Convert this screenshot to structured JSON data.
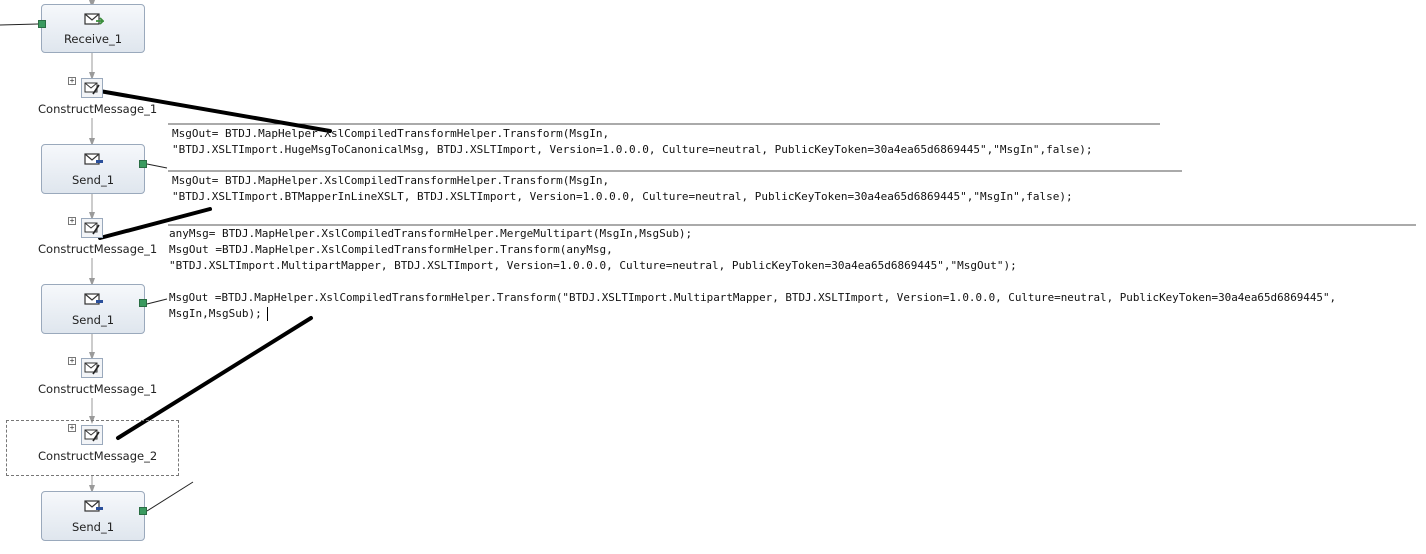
{
  "shapes": {
    "receive": "Receive_1",
    "send_a": "Send_1",
    "send_b": "Send_1",
    "send_c": "Send_1",
    "construct_a": "ConstructMessage_1",
    "construct_b": "ConstructMessage_1",
    "construct_c": "ConstructMessage_1",
    "construct_d": "ConstructMessage_2"
  },
  "expand_glyph": "+",
  "icons": {
    "receive": "envelope-receive-icon",
    "send": "envelope-send-icon",
    "construct": "construct-message-icon"
  },
  "code": {
    "block1_line1": "MsgOut= BTDJ.MapHelper.XslCompiledTransformHelper.Transform(MsgIn,",
    "block1_line2": "\"BTDJ.XSLTImport.HugeMsgToCanonicalMsg, BTDJ.XSLTImport, Version=1.0.0.0, Culture=neutral, PublicKeyToken=30a4ea65d6869445\",\"MsgIn\",false);",
    "block2_line1": "MsgOut= BTDJ.MapHelper.XslCompiledTransformHelper.Transform(MsgIn,",
    "block2_line2": "\"BTDJ.XSLTImport.BTMapperInLineXSLT, BTDJ.XSLTImport, Version=1.0.0.0, Culture=neutral, PublicKeyToken=30a4ea65d6869445\",\"MsgIn\",false);",
    "block3_line1": "anyMsg= BTDJ.MapHelper.XslCompiledTransformHelper.MergeMultipart(MsgIn,MsgSub);",
    "block3_line2": "MsgOut =BTDJ.MapHelper.XslCompiledTransformHelper.Transform(anyMsg,",
    "block3_line3": "\"BTDJ.XSLTImport.MultipartMapper, BTDJ.XSLTImport, Version=1.0.0.0, Culture=neutral, PublicKeyToken=30a4ea65d6869445\",\"MsgOut\");",
    "block4_line1": "MsgOut =BTDJ.MapHelper.XslCompiledTransformHelper.Transform(\"BTDJ.XSLTImport.MultipartMapper, BTDJ.XSLTImport, Version=1.0.0.0, Culture=neutral, PublicKeyToken=30a4ea65d6869445\",",
    "block4_line2": "MsgIn,MsgSub);"
  }
}
